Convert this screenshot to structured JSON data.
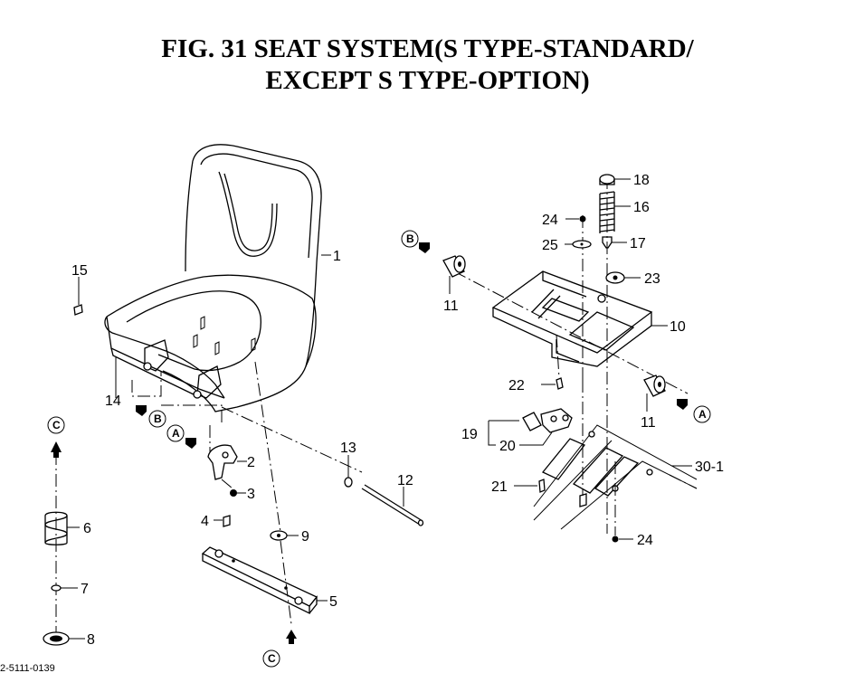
{
  "figure": {
    "title_line1": "FIG. 31  SEAT SYSTEM(S TYPE-STANDARD/",
    "title_line2": "EXCEPT S TYPE-OPTION)",
    "page_code": "2-5111-0139"
  },
  "callouts": {
    "c1": "1",
    "c2": "2",
    "c3": "3",
    "c4": "4",
    "c5": "5",
    "c6": "6",
    "c7": "7",
    "c8": "8",
    "c9": "9",
    "c10": "10",
    "c11a": "11",
    "c11b": "11",
    "c12": "12",
    "c13": "13",
    "c14": "14",
    "c15": "15",
    "c16": "16",
    "c17": "17",
    "c18": "18",
    "c19": "19",
    "c20": "20",
    "c21": "21",
    "c22": "22",
    "c23": "23",
    "c24a": "24",
    "c24b": "24",
    "c25": "25",
    "c30_1": "30-1"
  },
  "reference_markers": {
    "a1": "A",
    "a2": "A",
    "b1": "B",
    "b2": "B",
    "c1": "C",
    "c2": "C"
  }
}
